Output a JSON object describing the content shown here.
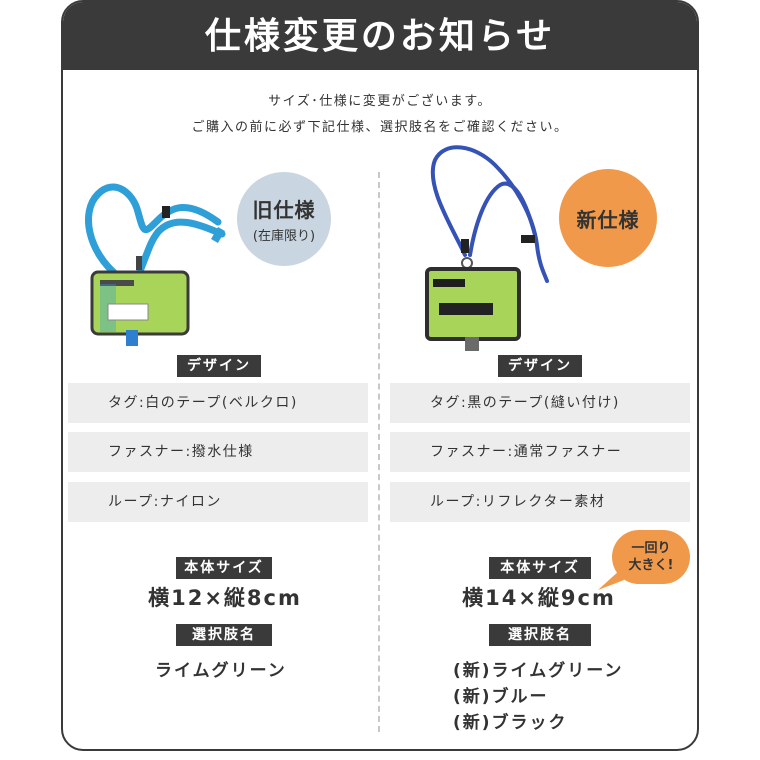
{
  "header": {
    "title": "仕様変更のお知らせ"
  },
  "intro": {
    "line1": "サイズ･仕様に変更がございます。",
    "line2": "ご購入の前に必ず下記仕様、選択肢名をご確認ください。"
  },
  "old": {
    "badge_main": "旧仕様",
    "badge_sub": "(在庫限り)",
    "design_label": "デザイン",
    "specs": [
      "タグ:白のテープ(ベルクロ)",
      "ファスナー:撥水仕様",
      "ループ:ナイロン"
    ],
    "size_label": "本体サイズ",
    "size_value": "横12×縦8cm",
    "options_label": "選択肢名",
    "options": [
      "ライムグリーン"
    ]
  },
  "new": {
    "badge_main": "新仕様",
    "design_label": "デザイン",
    "specs": [
      "タグ:黒のテープ(縫い付け)",
      "ファスナー:通常ファスナー",
      "ループ:リフレクター素材"
    ],
    "size_label": "本体サイズ",
    "size_value": "横14×縦9cm",
    "options_label": "選択肢名",
    "options": [
      "(新)ライムグリーン",
      "(新)ブルー",
      "(新)ブラック"
    ],
    "callout_line1": "一回り",
    "callout_line2": "大きく!"
  },
  "colors": {
    "header_bg": "#3a3a3a",
    "old_badge": "#c9d6e2",
    "new_badge": "#f0994a",
    "row_bg": "#ededed",
    "lime": "#a8d45a",
    "strap_blue": "#2f9fd8",
    "strap_navy": "#3552b5"
  }
}
